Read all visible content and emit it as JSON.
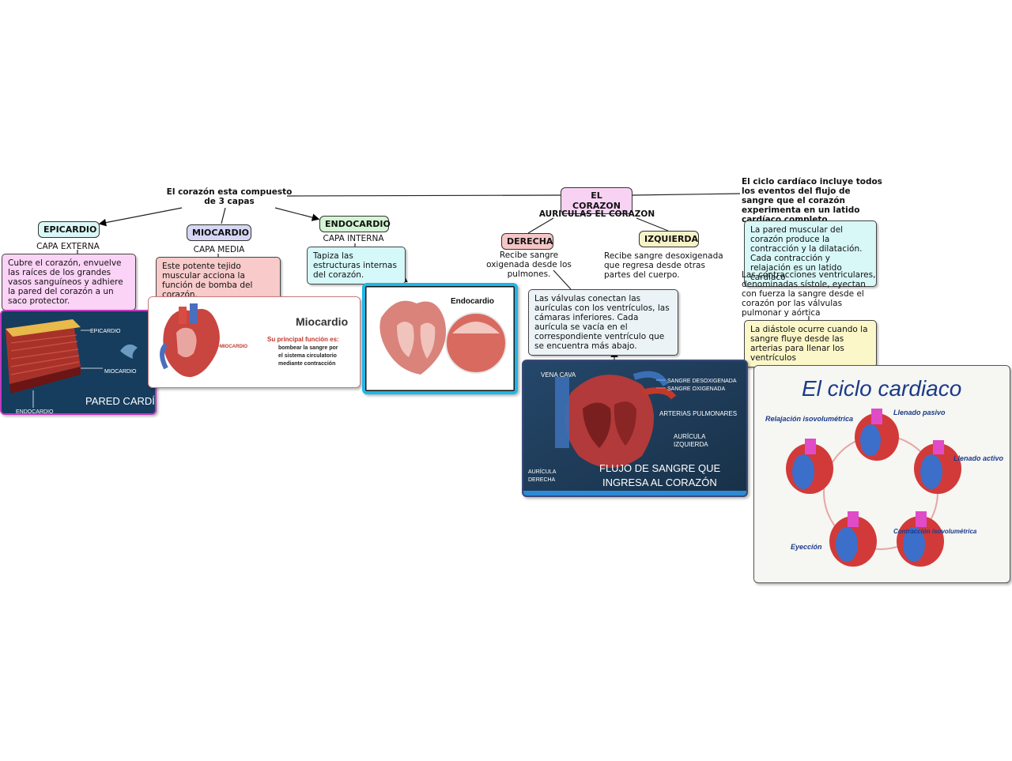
{
  "root": {
    "label": "EL CORAZON"
  },
  "layers": {
    "intro": "El corazón esta compuesto de 3 capas",
    "epicardio": {
      "label": "EPICARDIO",
      "sub": "CAPA EXTERNA",
      "desc": "Cubre el corazón, envuelve las raíces de los grandes vasos sanguíneos y adhiere la pared del corazón a un saco protector."
    },
    "miocardio": {
      "label": "MIOCARDIO",
      "sub": "CAPA MEDIA",
      "desc": "Este potente tejido muscular acciona la función de bomba del corazón."
    },
    "endocardio": {
      "label": "ENDOCARDIO",
      "sub": "CAPA INTERNA",
      "desc": "Tapiza las estructuras internas del corazón."
    }
  },
  "auriculas": {
    "title": "AURICULAS EL CORAZON",
    "derecha": {
      "label": "DERECHA",
      "desc": "Recibe sangre oxigenada desde los pulmones."
    },
    "izquierda": {
      "label": "IZQUIERDA",
      "desc": "Recibe sangre desoxigenada que regresa desde otras partes del cuerpo."
    },
    "valvulas": "Las válvulas conectan las aurículas con los ventrículos, las cámaras inferiores. Cada aurícula se vacía en el correspondiente ventrículo que se encuentra más abajo."
  },
  "ciclo": {
    "intro": "El ciclo cardíaco incluye todos los eventos del flujo de sangre que el corazón experimenta en un latido cardíaco completo",
    "pared": "La pared muscular del corazón produce la contracción y la dilatación. Cada contracción y relajación es un latido cardíaco",
    "sistole": "Las contracciones ventriculares, denominadas sístole, eyectan con fuerza la sangre desde el corazón por las válvulas pulmonar y aórtica",
    "diastole": "La diástole ocurre cuando la sangre fluye desde las arterias para llenar los ventrículos"
  },
  "images": {
    "pared": {
      "title": "PARED CARDÍACA",
      "labels": [
        "EPICARDIO",
        "MIOCARDIO",
        "ENDOCARDIO"
      ]
    },
    "miocardio": {
      "title": "Miocardio",
      "func_title": "Su principal función es:",
      "func_text": [
        "bombear la sangre por",
        "el sistema circulatorio",
        "mediante contracción"
      ],
      "label": "MIOCARDIO"
    },
    "endocardio": {
      "title": "Endocardio"
    },
    "flujo": {
      "vena": "VENA CAVA",
      "legend": [
        "SANGRE DESOXIGENADA",
        "SANGRE OXIGENADA"
      ],
      "arterias": "ARTERIAS PULMONARES",
      "aur_izq": [
        "AURÍCULA",
        "IZQUIERDA"
      ],
      "aur_der": [
        "AURÍCULA",
        "DERECHA"
      ],
      "title": [
        "FLUJO DE SANGRE QUE",
        "INGRESA AL CORAZÓN"
      ]
    },
    "ciclo": {
      "title": "El ciclo cardiaco",
      "phases": [
        "Relajación isovolumétrica",
        "Llenado pasivo",
        "Llenado activo",
        "Contracción isovolumétrica",
        "Eyección"
      ]
    }
  },
  "colors": {
    "epicardio": "#d9f7f7",
    "miocardio": "#d6d6f5",
    "endocardio": "#d4f5d4",
    "derecha": "#f5c6c6",
    "izquierda": "#f7f3c8",
    "root": "#f7d2f3"
  }
}
